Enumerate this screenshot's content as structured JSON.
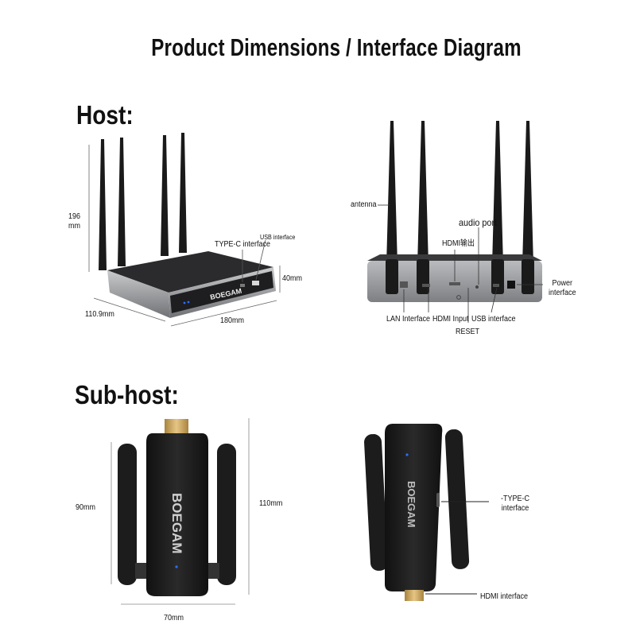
{
  "title": "Product Dimensions / Interface Diagram",
  "sections": {
    "host": "Host:",
    "subhost": "Sub-host:"
  },
  "host_front": {
    "brand": "BOEGAM",
    "height": "196\nmm",
    "width": "180mm",
    "depth": "110.9mm",
    "thickness": "40mm",
    "typec_label": "TYPE-C interface",
    "usb_label": "USB interface"
  },
  "host_back": {
    "antenna_label": "antenna",
    "audio_label": "audio port",
    "hdmi_out_label": "HDMI输出",
    "power_label": "Power\ninterface",
    "lan_label": "LAN Interface",
    "hdmi_in_label": "HDMI Input",
    "usb_label": "USB interface",
    "reset_label": "RESET"
  },
  "sub_front": {
    "brand": "BOEGAM",
    "height_body": "90mm",
    "height_total": "110mm",
    "width": "70mm"
  },
  "sub_side": {
    "brand": "BOEGAM",
    "typec_label": "-TYPE-C\ninterface",
    "hdmi_label": "HDMI interface"
  },
  "colors": {
    "device_black": "#1b1b1b",
    "host_silver": "#9a9c9f",
    "led_blue": "#2f6cff",
    "hdmi_gold": "#c9a35d"
  }
}
